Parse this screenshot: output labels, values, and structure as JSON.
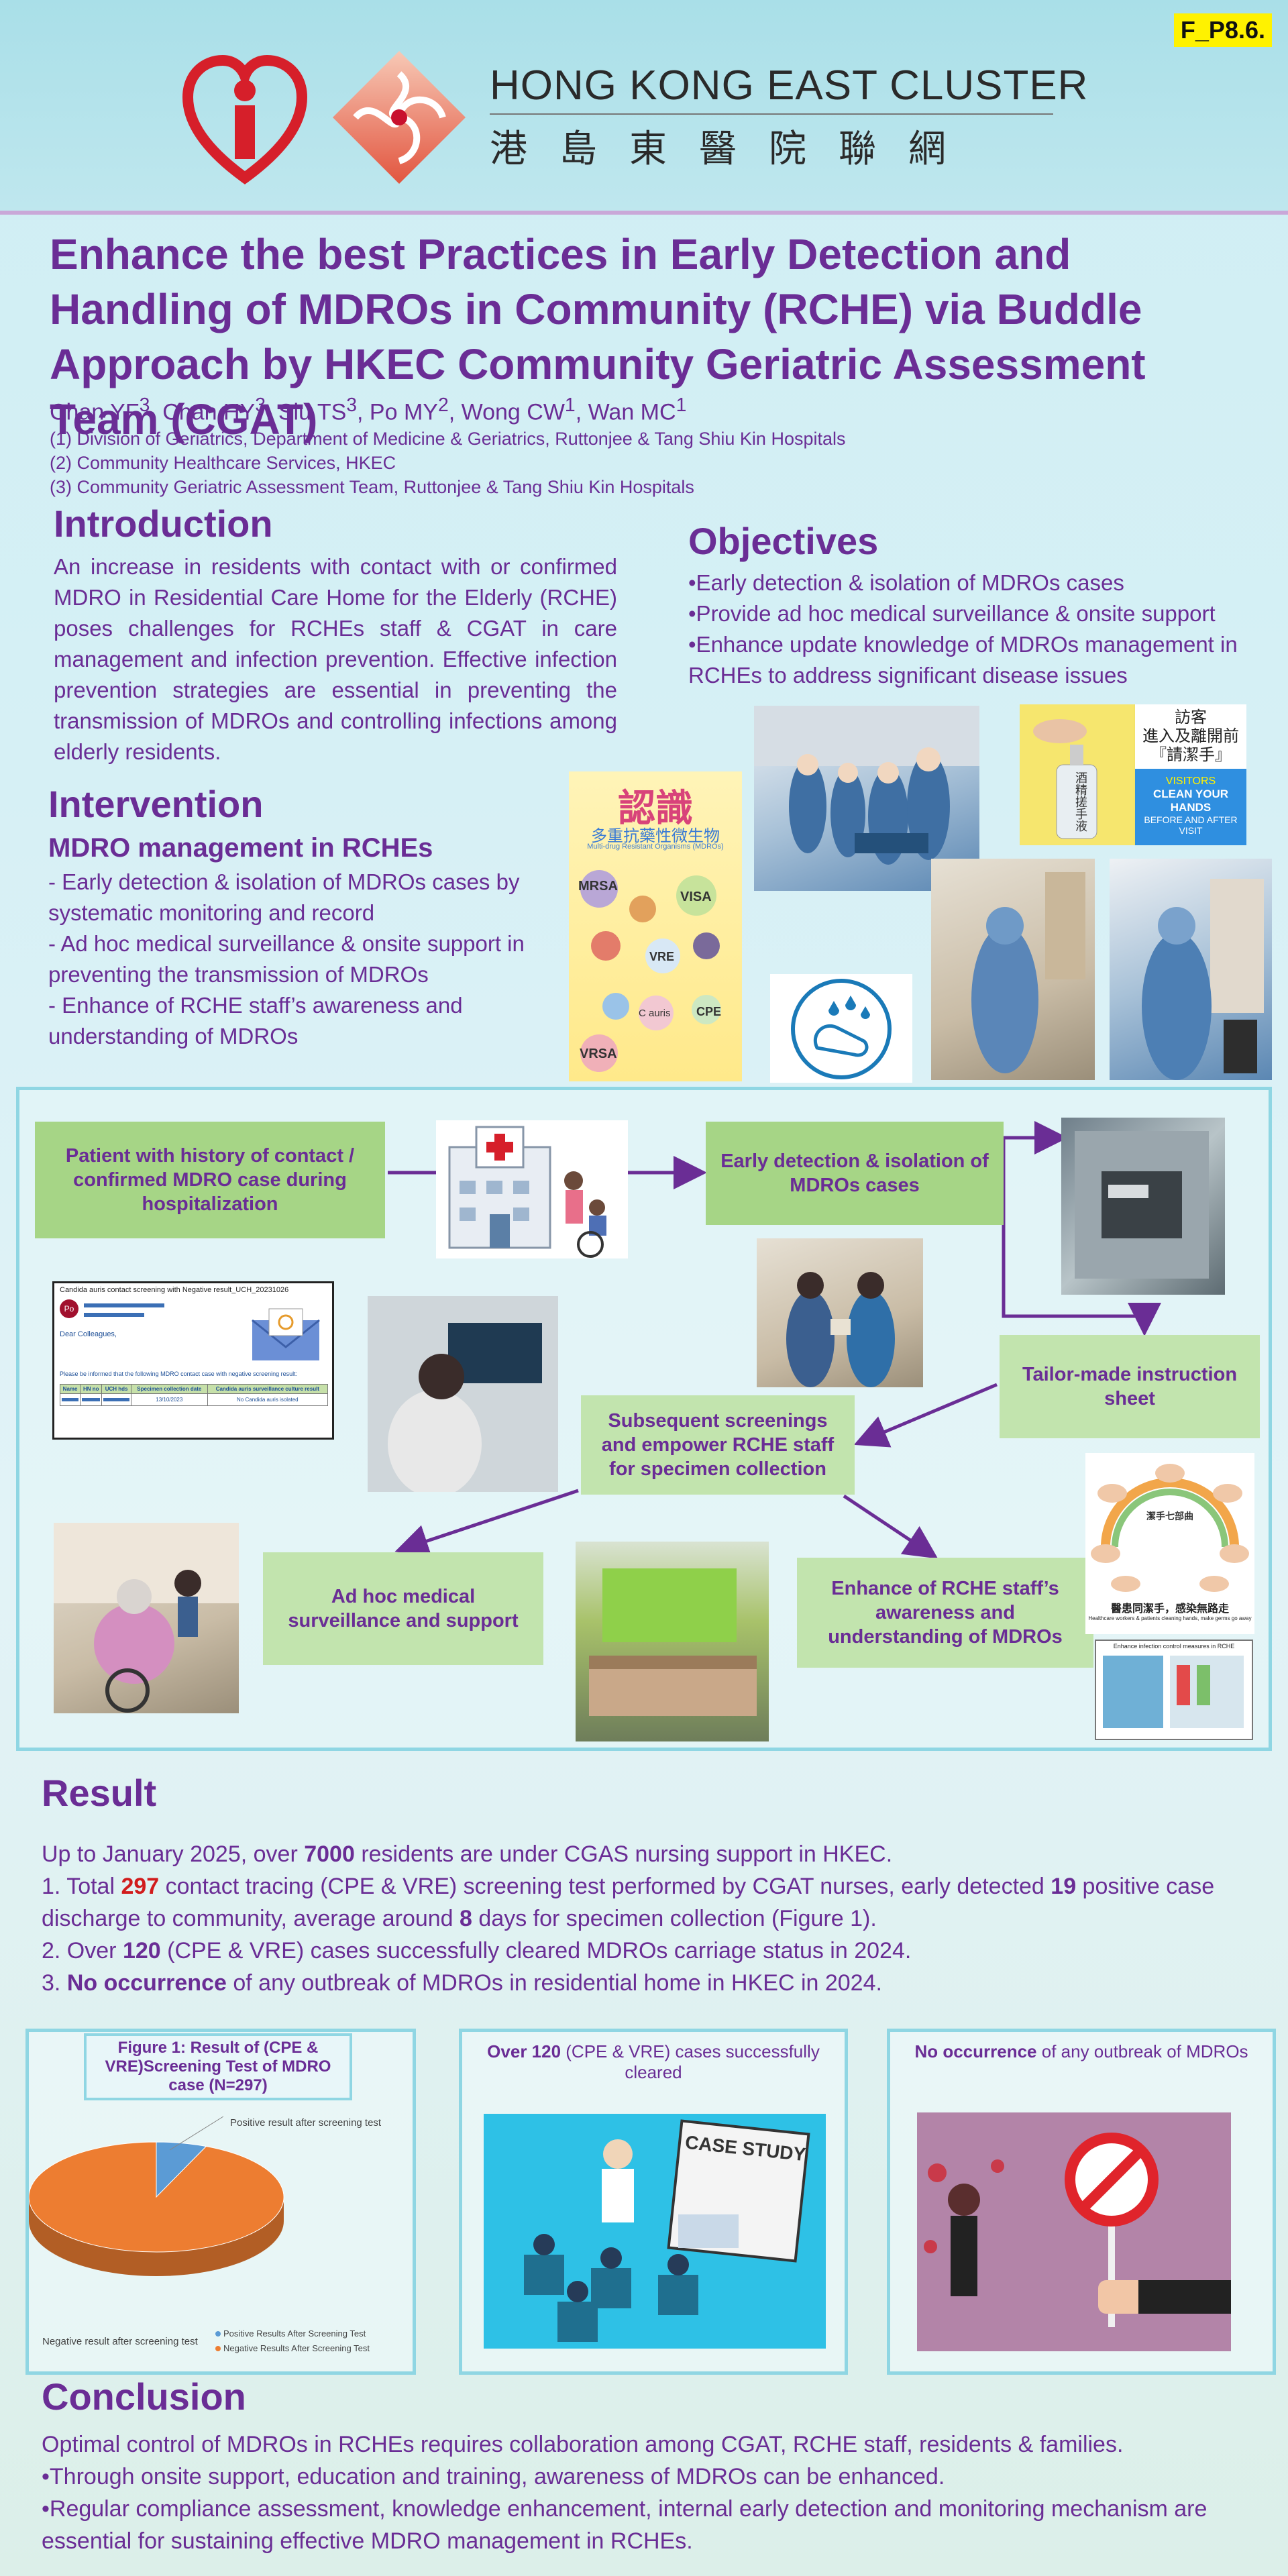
{
  "header": {
    "poster_code": "F_P8.6.",
    "cluster_en": "HONG KONG EAST CLUSTER",
    "cluster_zh": "港島東醫院聯網",
    "colors": {
      "title_purple": "#6a2d95",
      "box_green": "#a6d586",
      "frame_cyan": "#8fd6e3",
      "highlight_red": "#d11c1c"
    }
  },
  "title": "Enhance the best Practices in Early Detection and Handling of MDROs in Community (RCHE) via Buddle Approach by HKEC Community Geriatric Assessment Team (CGAT)",
  "authors": [
    "Chan YF",
    "3",
    ", Chan HY",
    "3",
    ", Siu TS",
    "3",
    ", Po MY",
    "2",
    ", Wong CW",
    "1",
    ", Wan MC",
    "1"
  ],
  "affiliations": [
    "(1) Division of Geriatrics, Department of Medicine & Geriatrics, Ruttonjee & Tang Shiu Kin Hospitals",
    "(2) Community Healthcare Services, HKEC",
    "(3) Community Geriatric Assessment Team, Ruttonjee & Tang Shiu Kin Hospitals"
  ],
  "introduction": {
    "heading": "Introduction",
    "text": "An increase in residents with contact with or confirmed MDRO in Residential Care Home for the Elderly (RCHE) poses challenges for RCHEs staff & CGAT in care management and infection prevention. Effective infection prevention strategies are essential in preventing the transmission of MDROs and controlling infections among elderly residents."
  },
  "objectives": {
    "heading": "Objectives",
    "items": [
      "•Early detection & isolation of MDROs cases",
      "•Provide ad hoc medical surveillance & onsite support",
      "•Enhance update knowledge of MDROs management in RCHEs to address significant disease issues"
    ]
  },
  "intervention": {
    "heading": "Intervention",
    "subheading": "MDRO management in RCHEs",
    "items": [
      "-  Early detection & isolation of MDROs cases by systematic monitoring and record",
      "-   Ad hoc medical surveillance & onsite support in preventing the transmission of MDROs",
      "-   Enhance of RCHE staff’s awareness and understanding of MDROs"
    ]
  },
  "posters": {
    "mdro_zh_title": "認識",
    "mdro_zh_sub": "多重抗藥性微生物",
    "mdro_en_sub": "Multi-drug Resistant Organisms (MDROs)",
    "germs": [
      "MRSA",
      "VISA",
      "VRE",
      "C auris",
      "CPE",
      "VRSA"
    ],
    "visitor_zh_1": "訪客",
    "visitor_zh_2": "進入及離開前",
    "visitor_zh_3": "『請潔手』",
    "visitor_en_1": "VISITORS",
    "visitor_en_2": "CLEAN YOUR HANDS",
    "visitor_en_3": "BEFORE AND AFTER VISIT",
    "sanitizer_zh": "酒精搓手液",
    "hand_zh": "潔手七部曲",
    "hand_zh2": "醫患同潔手，感染無路走",
    "hand_en": "Healthcare workers & patients cleaning hands, make germs go away",
    "infection_note": "Enhance infection control measures in RCHE"
  },
  "flow": {
    "patient_history": "Patient with history of contact / confirmed MDRO case during hospitalization",
    "early_detection": "Early detection & isolation of MDROs cases",
    "tailor_made": "Tailor-made instruction sheet",
    "subsequent": "Subsequent screenings and empower RCHE staff for specimen collection",
    "ad_hoc": "Ad hoc medical surveillance and support",
    "enhance": "Enhance of RCHE staff’s awareness and understanding of MDROs",
    "email": {
      "subject": "Candida auris contact screening with Negative result_UCH_20231026",
      "sender_initials": "Po",
      "greeting": "Dear Colleagues,",
      "body": "Please be informed that the following MDRO contact case with negative screening result:",
      "columns": [
        "Name",
        "HN no",
        "UCH hds",
        "Specimen collection date",
        "Candida auris surveillance culture result"
      ],
      "row": [
        "",
        "",
        "",
        "13/10/2023",
        "No Candida auris isolated"
      ]
    }
  },
  "result": {
    "heading": "Result",
    "lines": [
      [
        "Up to January 2025, over ",
        "7000",
        " residents are under CGAS nursing support in HKEC."
      ],
      [
        "1. Total ",
        "297",
        " contact tracing (CPE & VRE) screening test performed by CGAT nurses, early detected ",
        "19",
        " positive case discharge to community, average around ",
        "8",
        " days for specimen collection (Figure 1)."
      ],
      [
        "2. Over ",
        "120",
        " (CPE & VRE) cases successfully cleared MDROs carriage status in 2024."
      ],
      [
        "3. ",
        "No occurrence",
        " of any outbreak of MDROs in residential home in HKEC in 2024."
      ]
    ]
  },
  "chart_data": {
    "type": "pie",
    "title": "Figure 1: Result of (CPE & VRE)Screening Test of  MDRO case (N=297)",
    "categories": [
      "Positive Results After Screening Test",
      "Negative Results After Screening Test"
    ],
    "values": [
      19,
      278
    ],
    "slice_labels": [
      "Positive result after screening test",
      "Negative result after screening test"
    ],
    "colors": [
      "#5b9bd5",
      "#ed7d31"
    ]
  },
  "panels": {
    "p2_bold": "Over 120",
    "p2_rest": " (CPE & VRE) cases successfully cleared",
    "p2_sign": "CASE STUDY",
    "p3_bold": "No occurrence",
    "p3_rest": " of any outbreak of MDROs"
  },
  "conclusion": {
    "heading": "Conclusion",
    "lines": [
      "Optimal control of MDROs in RCHEs requires collaboration among CGAT, RCHE staff, residents & families.",
      "•Through onsite support, education and training, awareness of MDROs can be enhanced.",
      "•Regular compliance assessment, knowledge enhancement, internal early detection and monitoring mechanism are essential for sustaining effective MDRO management in RCHEs."
    ]
  }
}
